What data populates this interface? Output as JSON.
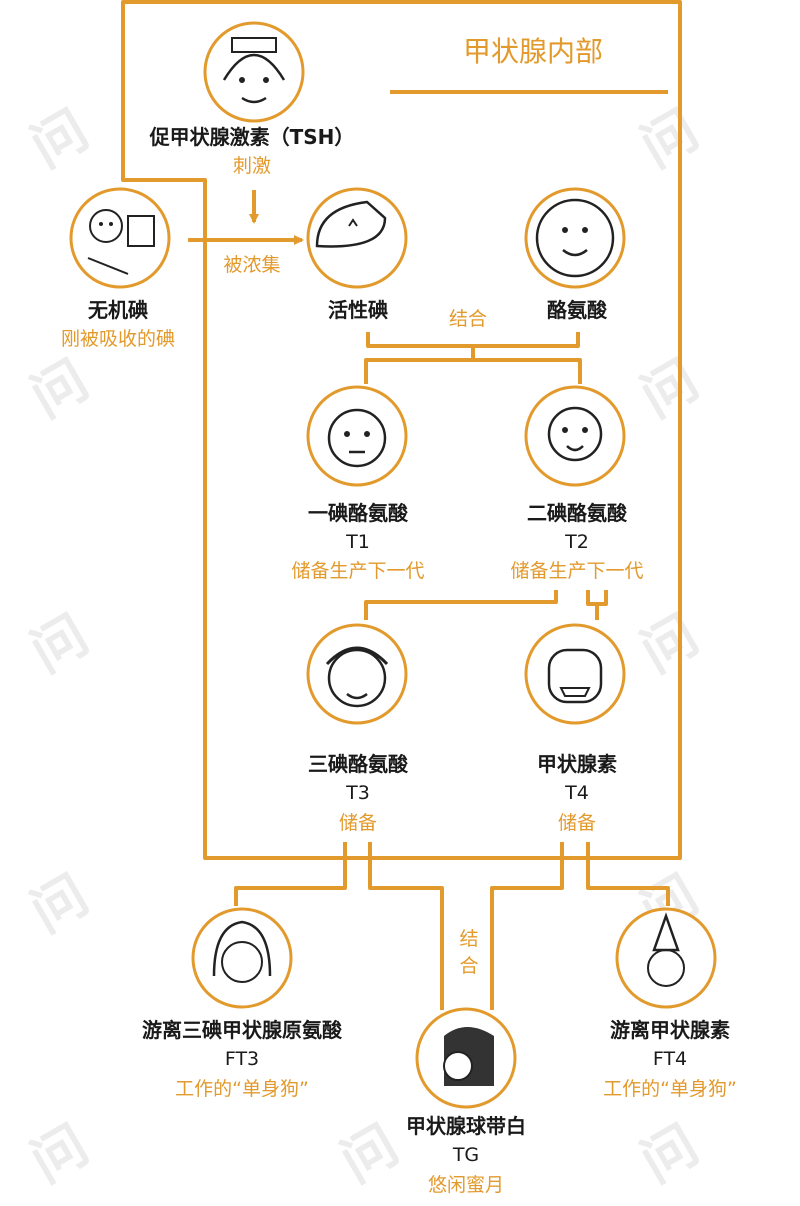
{
  "title": "甲状腺内部",
  "nodes": {
    "tsh": {
      "name": "促甲状腺激素（TSH）",
      "note": "刺激"
    },
    "inorg": {
      "name": "无机碘",
      "note": "刚被吸收的碘"
    },
    "active": {
      "name": "活性碘"
    },
    "tyr": {
      "name": "酪氨酸"
    },
    "mit": {
      "name": "一碘酪氨酸",
      "code": "T1",
      "note": "储备生产下一代"
    },
    "dit": {
      "name": "二碘酪氨酸",
      "code": "T2",
      "note": "储备生产下一代"
    },
    "t3": {
      "name": "三碘酪氨酸",
      "code": "T3",
      "note": "储备"
    },
    "t4": {
      "name": "甲状腺素",
      "code": "T4",
      "note": "储备"
    },
    "ft3": {
      "name": "游离三碘甲状腺原氨酸",
      "code": "FT3",
      "note": "工作的“单身狗”"
    },
    "ft4": {
      "name": "游离甲状腺素",
      "code": "FT4",
      "note": "工作的“单身狗”"
    },
    "tg": {
      "name": "甲状腺球带白",
      "code": "TG",
      "note": "悠闲蜜月"
    }
  },
  "edges": {
    "concentrate": "被浓集",
    "combine1": "结合",
    "combine2": "结合"
  },
  "colors": {
    "accent": "#e39a2c",
    "ink": "#1a1a1a"
  }
}
